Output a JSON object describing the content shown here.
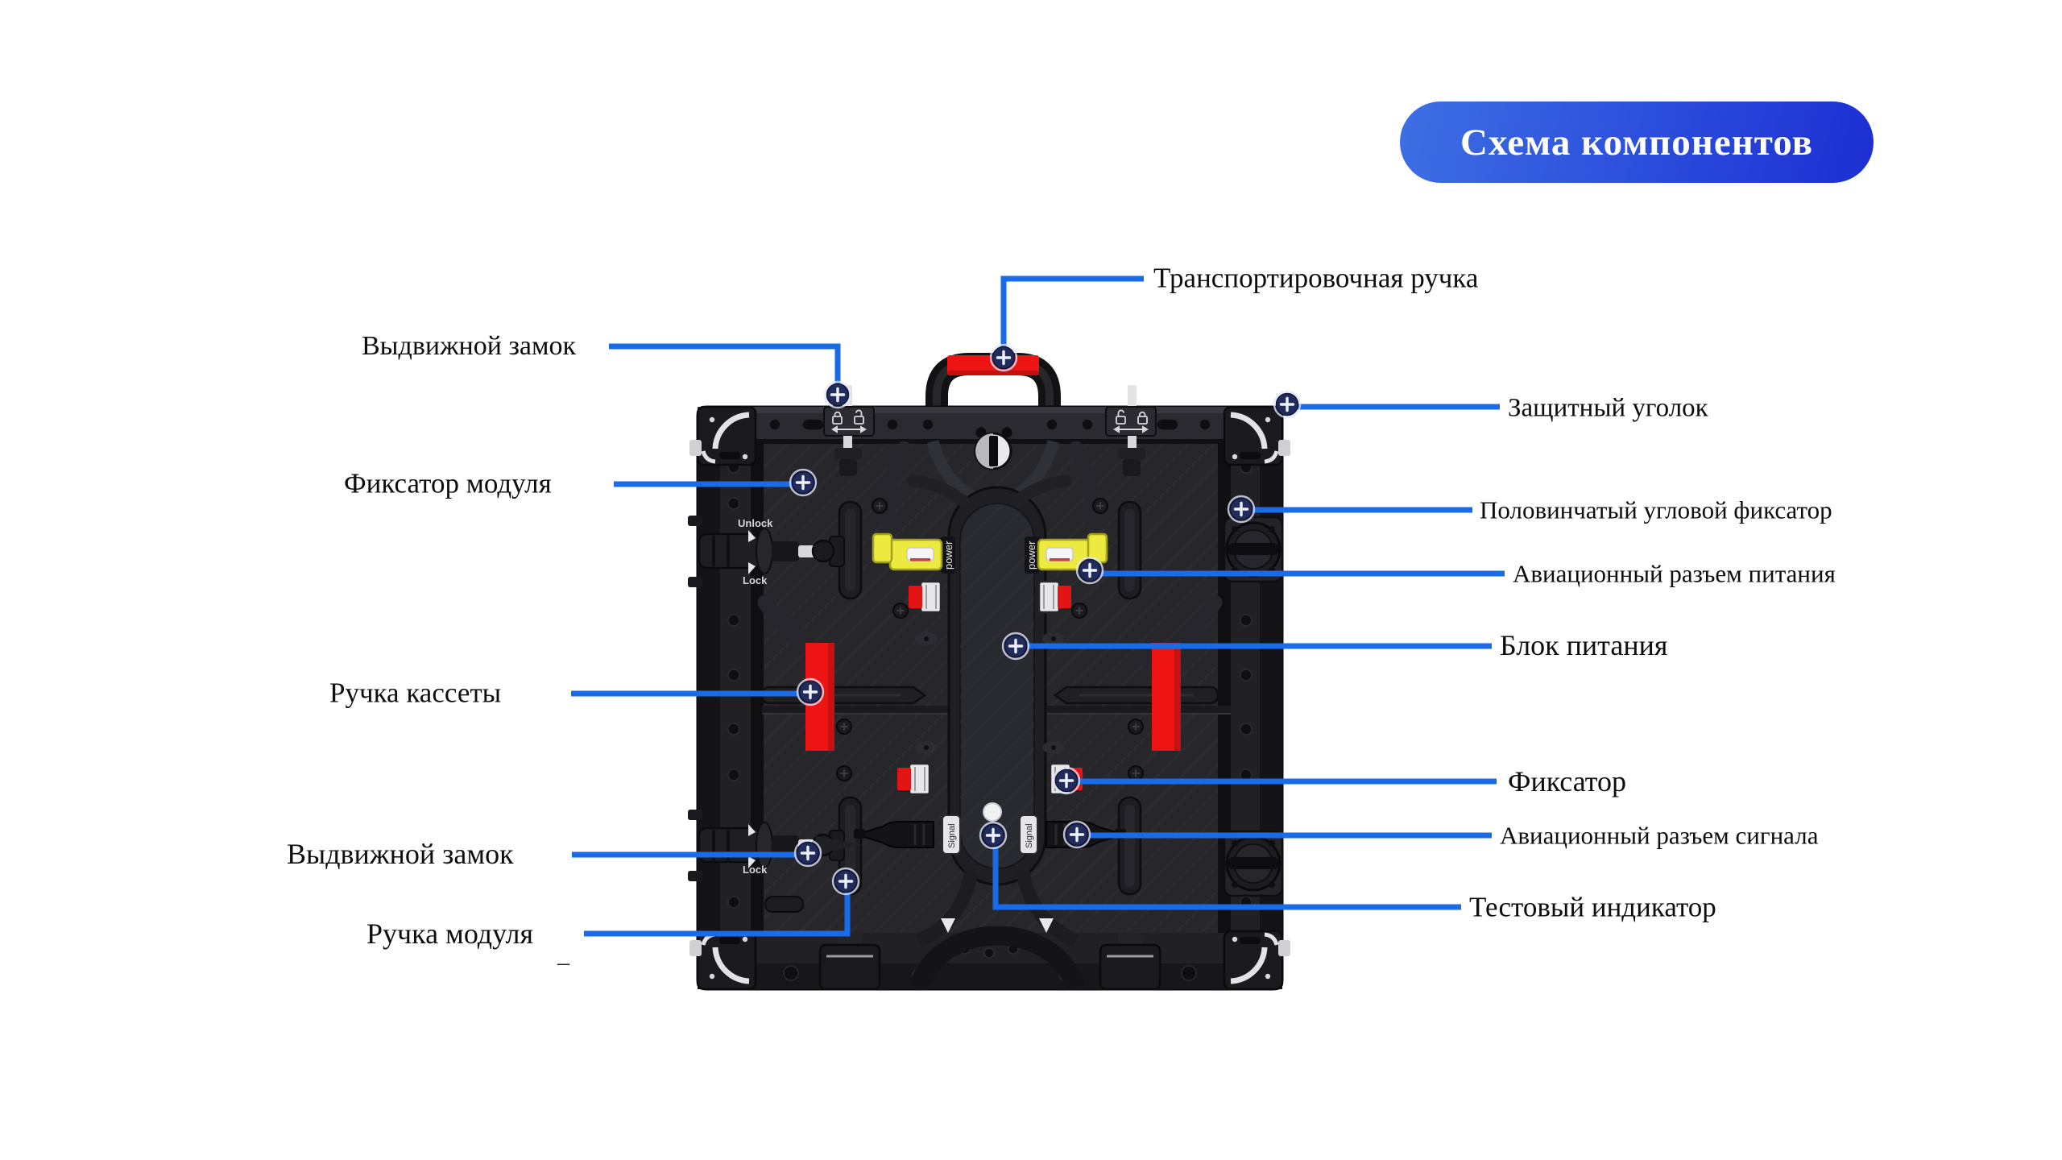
{
  "badge": {
    "label": "Схема компонентов"
  },
  "colors": {
    "callout_line": "#1a6be8",
    "marker_fill": "#222c5c",
    "badge_gradient_start": "#3e6fe3",
    "badge_gradient_end": "#1c2ed2",
    "accent_red": "#ee1414",
    "accent_yellow": "#ece93f",
    "panel_body": "#232328",
    "label_text": "#0d0d0d"
  },
  "callouts": [
    {
      "id": "transport-handle",
      "label": "Транспортировочная ручка"
    },
    {
      "id": "slide-lock-top",
      "label": "Выдвижной замок"
    },
    {
      "id": "protective-corner",
      "label": "Защитный уголок"
    },
    {
      "id": "module-fixator",
      "label": "Фиксатор модуля"
    },
    {
      "id": "half-corner-fixator",
      "label": "Половинчатый угловой фиксатор"
    },
    {
      "id": "aviation-power-connector",
      "label": "Авиационный разъем питания"
    },
    {
      "id": "power-supply",
      "label": "Блок питания"
    },
    {
      "id": "cassette-handle",
      "label": "Ручка кассеты"
    },
    {
      "id": "fixator",
      "label": "Фиксатор"
    },
    {
      "id": "aviation-signal-connector",
      "label": "Авиационный разъем сигнала"
    },
    {
      "id": "slide-lock-bottom",
      "label": "Выдвижной замок"
    },
    {
      "id": "test-indicator",
      "label": "Тестовый индикатор"
    },
    {
      "id": "module-handle",
      "label": "Ручка модуля"
    }
  ],
  "panel": {
    "texts": {
      "unlock": "Unlock",
      "lock": "Lock",
      "power": "power",
      "signal": "Signal"
    }
  },
  "stray_mark": "_"
}
